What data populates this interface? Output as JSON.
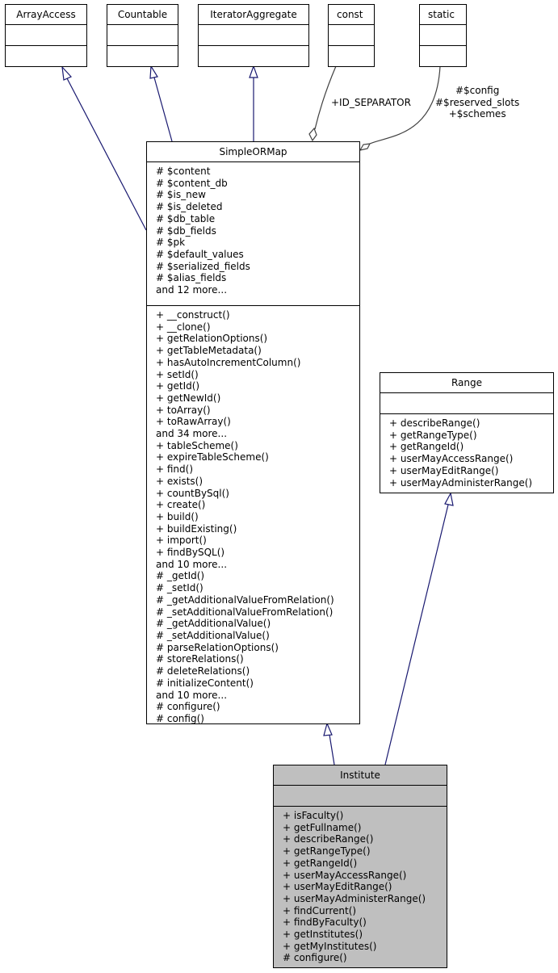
{
  "diagram": {
    "classes": {
      "array_access": {
        "name": "ArrayAccess"
      },
      "countable": {
        "name": "Countable"
      },
      "iterator_aggregate": {
        "name": "IteratorAggregate"
      },
      "const": {
        "name": "const"
      },
      "static": {
        "name": "static"
      },
      "simple_or_map": {
        "name": "SimpleORMap",
        "attributes": [
          "# $content",
          "# $content_db",
          "# $is_new",
          "# $is_deleted",
          "# $db_table",
          "# $db_fields",
          "# $pk",
          "# $default_values",
          "# $serialized_fields",
          "# $alias_fields",
          "and 12 more..."
        ],
        "methods": [
          "+ __construct()",
          "+ __clone()",
          "+ getRelationOptions()",
          "+ getTableMetadata()",
          "+ hasAutoIncrementColumn()",
          "+ setId()",
          "+ getId()",
          "+ getNewId()",
          "+ toArray()",
          "+ toRawArray()",
          "and 34 more...",
          "+ tableScheme()",
          "+ expireTableScheme()",
          "+ find()",
          "+ exists()",
          "+ countBySql()",
          "+ create()",
          "+ build()",
          "+ buildExisting()",
          "+ import()",
          "+ findBySQL()",
          "and 10 more...",
          "# _getId()",
          "# _setId()",
          "# _getAdditionalValueFromRelation()",
          "# _setAdditionalValueFromRelation()",
          "# _getAdditionalValue()",
          "# _setAdditionalValue()",
          "# parseRelationOptions()",
          "# storeRelations()",
          "# deleteRelations()",
          "# initializeContent()",
          "and 10 more...",
          "# configure()",
          "# config()"
        ]
      },
      "range": {
        "name": "Range",
        "methods": [
          "+ describeRange()",
          "+ getRangeType()",
          "+ getRangeId()",
          "+ userMayAccessRange()",
          "+ userMayEditRange()",
          "+ userMayAdministerRange()"
        ]
      },
      "institute": {
        "name": "Institute",
        "methods": [
          "+ isFaculty()",
          "+ getFullname()",
          "+ describeRange()",
          "+ getRangeType()",
          "+ getRangeId()",
          "+ userMayAccessRange()",
          "+ userMayEditRange()",
          "+ userMayAdministerRange()",
          "+ findCurrent()",
          "+ findByFaculty()",
          "+ getInstitutes()",
          "+ getMyInstitutes()",
          "# configure()"
        ]
      }
    },
    "edge_labels": {
      "const_to_simple": "+ID_SEPARATOR",
      "static_to_simple": [
        "#$config",
        "#$reserved_slots",
        "+$schemes"
      ]
    },
    "colors": {
      "edge": "#191970",
      "aggregation": "#404040",
      "highlight_fill": "#bfbfbf"
    }
  }
}
